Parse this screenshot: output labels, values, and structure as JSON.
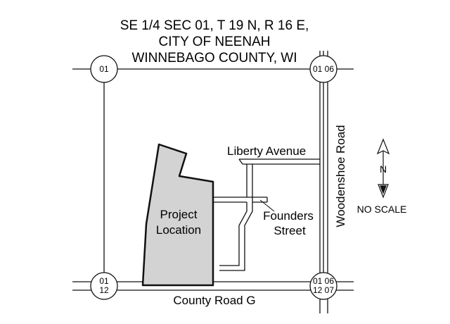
{
  "title": {
    "line1": "SE 1/4 SEC 01, T 19 N, R 16 E,",
    "line2": "CITY OF NEENAH",
    "line3": "WINNEBAGO COUNTY, WI"
  },
  "corners": {
    "nw": "01",
    "ne": "01 06",
    "sw_top": "01",
    "sw_bottom": "12",
    "se_top": "01 06",
    "se_bottom": "12 07"
  },
  "streets": {
    "liberty": "Liberty Avenue",
    "founders_line1": "Founders",
    "founders_line2": "Street",
    "woodenshoe": "Woodenshoe Road",
    "county_road": "County Road G"
  },
  "project": {
    "line1": "Project",
    "line2": "Location",
    "fill_color": "#d3d3d3"
  },
  "scale_note": "NO SCALE",
  "north_arrow_label": "N",
  "colors": {
    "line": "#111111",
    "background": "#ffffff"
  }
}
